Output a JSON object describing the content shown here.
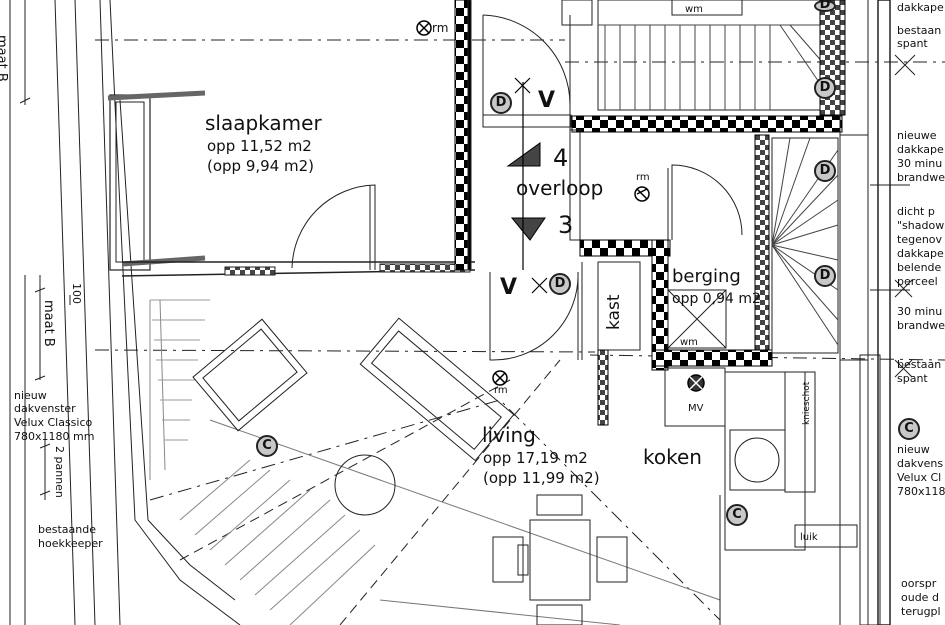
{
  "rooms": {
    "slaapkamer": {
      "name": "slaapkamer",
      "area": "opp 11,52 m2",
      "area_net": "(opp 9,94 m2)"
    },
    "overloop": {
      "name": "overloop"
    },
    "berging": {
      "name": "berging",
      "area": "opp 0,94 m2"
    },
    "living": {
      "name": "living",
      "area": "opp 17,19 m2",
      "area_net": "(opp 11,99 m2)"
    },
    "koken": {
      "name": "koken"
    },
    "kast": {
      "name": "kast"
    }
  },
  "fixtures": {
    "rm": "rm",
    "wm": "wm",
    "mv": "MV",
    "knieschot": "knieschot",
    "luik": "luik"
  },
  "stairs": {
    "step4": "4",
    "step3": "3"
  },
  "markers": {
    "d": "D",
    "c": "C",
    "v": "V"
  },
  "left_notes": {
    "maat_b_top": "maat B",
    "maat_b": "maat B",
    "dim_100": "100",
    "dakvenster_1": "nieuw",
    "dakvenster_2": "dakvenster",
    "dakvenster_3": "Velux Classico",
    "dakvenster_4": "780x1180 mm",
    "pannen": "2 pannen",
    "hoekkeeper_1": "bestaande",
    "hoekkeeper_2": "hoekkeeper"
  },
  "right_notes": {
    "r1": "dakkape",
    "r2": "bestaan",
    "r3": "spant",
    "r4": "nieuwe",
    "r5": "dakkape",
    "r6": "30 minu",
    "r7": "brandwe",
    "r8": "dicht p",
    "r9": "\"shadow",
    "r10": "tegenov",
    "r11": "dakkape",
    "r12": "belende",
    "r13": "perceel",
    "r14": "30 minu",
    "r15": "brandwe",
    "r16": "bestaan",
    "r17": "spant",
    "r18": "nieuw",
    "r19": "dakvens",
    "r20": "Velux Cl",
    "r21": "780x118",
    "r22": "oorspr",
    "r23": "oude d",
    "r24": "terugpl"
  }
}
